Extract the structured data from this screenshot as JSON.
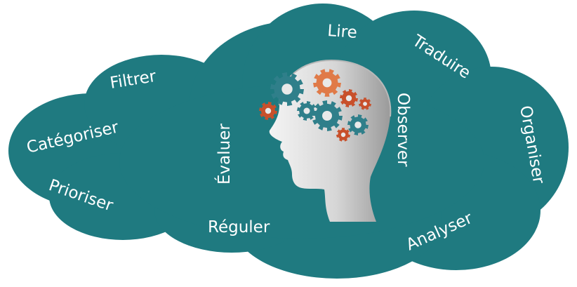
{
  "colors": {
    "cloud": "#1f7a80",
    "cloud_dark": "#176268",
    "head_light": "#f2f2f2",
    "head_mid": "#c9c9c9",
    "head_dark": "#8f8f8f",
    "gear_teal": "#2f7f8a",
    "gear_orange": "#e07a48",
    "gear_red": "#c8502b"
  },
  "words": {
    "lire": "Lire",
    "traduire": "Traduire",
    "filtrer": "Filtrer",
    "categoriser": "Catégoriser",
    "prioriser": "Prioriser",
    "evaluer": "Évaluer",
    "observer": "Observer",
    "organiser": "Organiser",
    "reguler": "Réguler",
    "analyser": "Analyser"
  },
  "icons": {
    "head": "human-head-profile-icon",
    "gears": "gears-icon"
  }
}
